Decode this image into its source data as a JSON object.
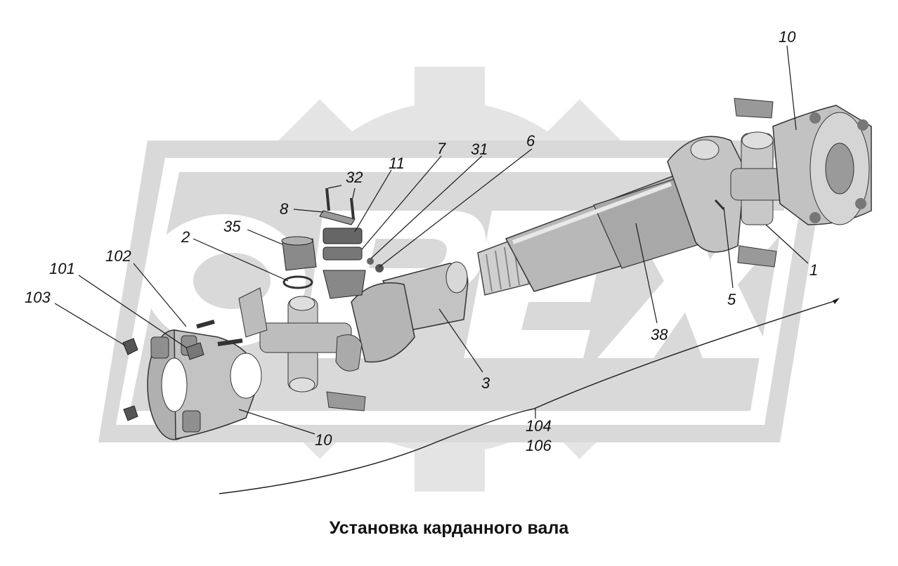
{
  "caption": "Установка карданного вала",
  "colors": {
    "watermark_gear": "#e4e4e4",
    "watermark_logo": "#d9d9d9",
    "part_fill": "#bdbdbd",
    "part_dark": "#6e6e6e",
    "part_light": "#ececec",
    "leader": "#1a1a1a"
  },
  "watermark": {
    "logo_text": "OPEX"
  },
  "callouts": [
    {
      "key": "c1",
      "label": "1"
    },
    {
      "key": "c2",
      "label": "2"
    },
    {
      "key": "c3",
      "label": "3"
    },
    {
      "key": "c5",
      "label": "5"
    },
    {
      "key": "c6",
      "label": "6"
    },
    {
      "key": "c7",
      "label": "7"
    },
    {
      "key": "c8",
      "label": "8"
    },
    {
      "key": "c10a",
      "label": "10"
    },
    {
      "key": "c10b",
      "label": "10"
    },
    {
      "key": "c11",
      "label": "11"
    },
    {
      "key": "c31",
      "label": "31"
    },
    {
      "key": "c32",
      "label": "32"
    },
    {
      "key": "c35",
      "label": "35"
    },
    {
      "key": "c38",
      "label": "38"
    },
    {
      "key": "c101",
      "label": "101"
    },
    {
      "key": "c102",
      "label": "102"
    },
    {
      "key": "c103",
      "label": "103"
    },
    {
      "key": "c104",
      "label": "104"
    },
    {
      "key": "c106",
      "label": "106"
    }
  ]
}
